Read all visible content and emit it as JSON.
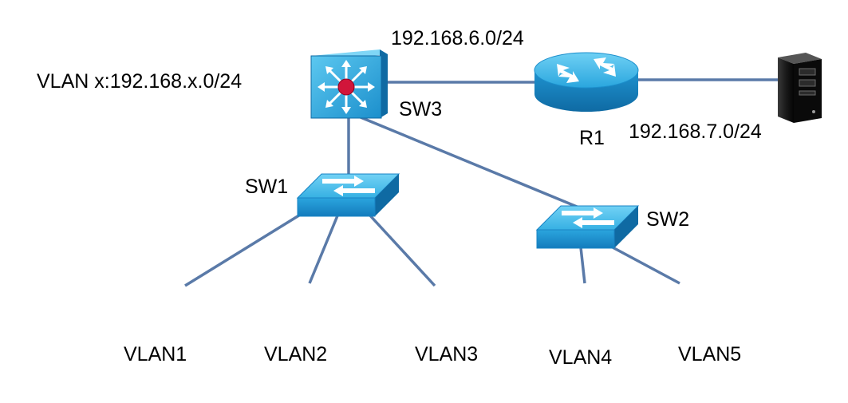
{
  "subnet_note": "VLAN x:192.168.x.0/24",
  "links": {
    "sw3_r1_subnet": "192.168.6.0/24",
    "r1_server_subnet": "192.168.7.0/24"
  },
  "devices": {
    "core_switch": {
      "label": "SW3",
      "icon": "layer3-switch-icon"
    },
    "router": {
      "label": "R1",
      "icon": "router-icon"
    },
    "server": {
      "icon": "server-icon"
    },
    "switch1": {
      "label": "SW1",
      "icon": "switch-icon"
    },
    "switch2": {
      "label": "SW2",
      "icon": "switch-icon"
    }
  },
  "hosts": [
    {
      "label": "VLAN1",
      "icon": "pc-icon"
    },
    {
      "label": "VLAN2",
      "icon": "pc-icon"
    },
    {
      "label": "VLAN3",
      "icon": "pc-icon"
    },
    {
      "label": "VLAN4",
      "icon": "pc-icon"
    },
    {
      "label": "VLAN5",
      "icon": "pc-icon"
    }
  ],
  "colors": {
    "link": "#5a7aa8",
    "device_top": "#3fb7e6",
    "device_side": "#1a84c4",
    "device_dark": "#0f6aa3"
  }
}
